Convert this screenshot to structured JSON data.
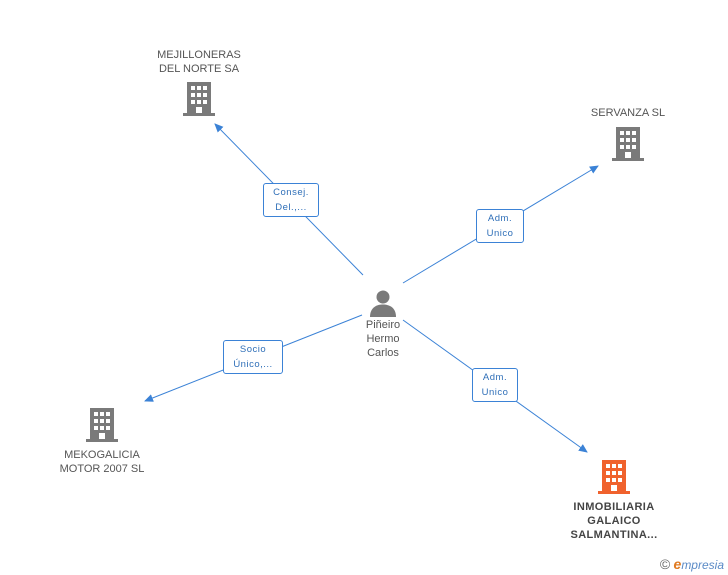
{
  "center": {
    "name": "Piñeiro\nHermo\nCarlos",
    "icon": "person-icon"
  },
  "companies": [
    {
      "id": "mejilloneras",
      "name": "MEJILLONERAS\nDEL NORTE SA",
      "icon": "building-icon",
      "highlight": false
    },
    {
      "id": "servanza",
      "name": "SERVANZA SL",
      "icon": "building-icon",
      "highlight": false
    },
    {
      "id": "mekogalicia",
      "name": "MEKOGALICIA\nMOTOR 2007 SL",
      "icon": "building-icon",
      "highlight": false
    },
    {
      "id": "inmobiliaria",
      "name": "INMOBILIARIA\nGALAICO\nSALMANTINA...",
      "icon": "building-icon",
      "highlight": true
    }
  ],
  "relations": [
    {
      "to": "mejilloneras",
      "label": "Consej.\nDel.,..."
    },
    {
      "to": "servanza",
      "label": "Adm.\nUnico"
    },
    {
      "to": "mekogalicia",
      "label": "Socio\nÚnico,..."
    },
    {
      "to": "inmobiliaria",
      "label": "Adm.\nUnico"
    }
  ],
  "colors": {
    "edge": "#3b82d6",
    "building": "#7a7a7a",
    "building_highlight": "#f0622d",
    "person": "#7a7a7a"
  },
  "footer": {
    "copyright": "©",
    "brand_e": "e",
    "brand_rest": "mpresia"
  }
}
